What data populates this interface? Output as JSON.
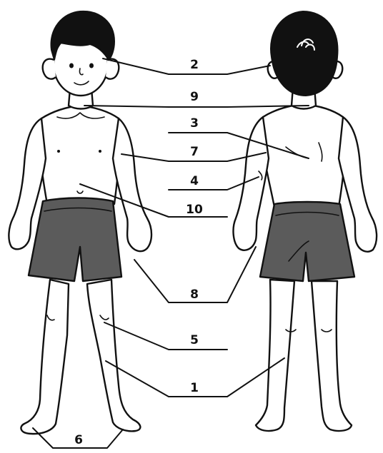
{
  "labels": [
    {
      "id": "1",
      "text": "1"
    },
    {
      "id": "2",
      "text": "2"
    },
    {
      "id": "3",
      "text": "3"
    },
    {
      "id": "4",
      "text": "4"
    },
    {
      "id": "5",
      "text": "5"
    },
    {
      "id": "6",
      "text": "6"
    },
    {
      "id": "7",
      "text": "7"
    },
    {
      "id": "8",
      "text": "8"
    },
    {
      "id": "9",
      "text": "9"
    },
    {
      "id": "10",
      "text": "10"
    }
  ],
  "colors": {
    "ink": "#111111",
    "shorts": "#5b5b5b",
    "background": "#ffffff"
  }
}
